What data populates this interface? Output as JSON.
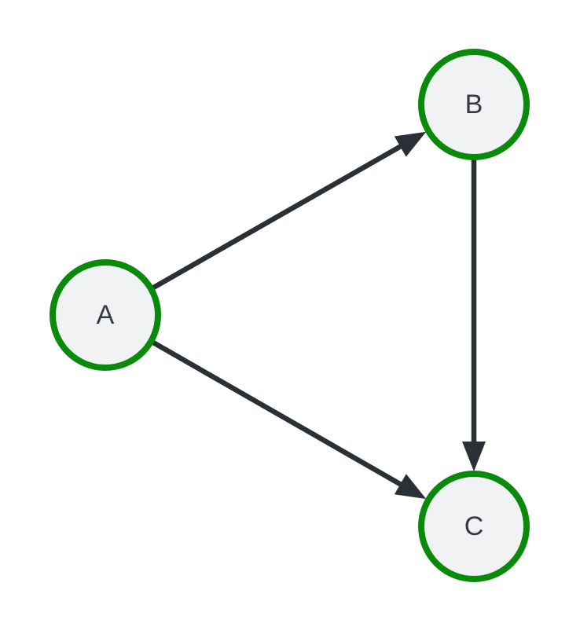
{
  "colors": {
    "background": "#ffffff",
    "node_fill": "#f1f2f4",
    "node_stroke": "#0a8a0a",
    "edge": "#2b2f36",
    "label": "#353a40"
  },
  "nodes": [
    {
      "id": "A",
      "label": "A"
    },
    {
      "id": "B",
      "label": "B"
    },
    {
      "id": "C",
      "label": "C"
    }
  ],
  "edges": [
    {
      "from": "A",
      "to": "B"
    },
    {
      "from": "A",
      "to": "C"
    },
    {
      "from": "B",
      "to": "C"
    }
  ]
}
